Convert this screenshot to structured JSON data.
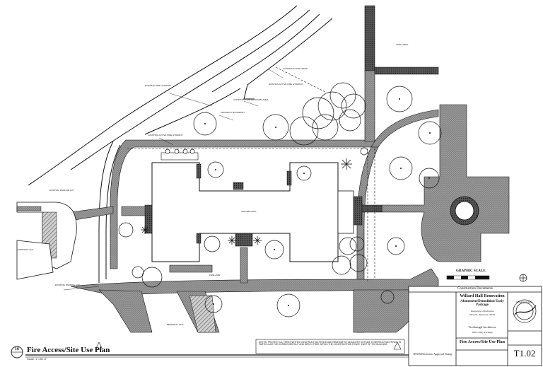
{
  "plan": {
    "title": "Fire Access/Site Use Plan",
    "scale_note": "Scale: 1\"=30'-0\"",
    "detail_number": "16",
    "building_label": "WILLARD HALL",
    "graphic_scale_label": "GRAPHIC SCALE",
    "notes": "NOTES: PROTECT ALL TREES WITHIN CONSTRUCTION FENCE AND IMMEDIATELY ADJACENT OUTSIDE CONSTRUCTION FENCE. IN PARTICULAR THE HORSECHESTNUT AND BEECH TREE WITHIN THE CONSTRUCTION FENCE, EAST OF THE BUILDING."
  },
  "callouts": {
    "construction_fence": "CONSTRUCTION FENCE",
    "construction_lay_down": "CONSTRUCTION LAY DOWN AREA",
    "existing_fire_hydrant": "EXISTING FIRE HYDRANT",
    "existing_active_fire_hydrant_top": "EXISTING ACTIVE FIRE HYDRANT",
    "property_boundary": "PROPERTY BOUNDARY",
    "existing_active_fire_hydrant_bottom": "EXISTING ACTIVE FIRE HYDRANT",
    "existing_parking_lot": "EXISTING PARKING LOT",
    "harrison_hall": "HARRISON HALL",
    "fire_lane": "FIRE LANE",
    "existing_parking_lot_bottom": "EXISTING PARKING LOT",
    "lawn_area": "LAWN AREA",
    "memorial_hall": "MEMORIAL HALL"
  },
  "title_block": {
    "header": "Construction Documents",
    "project_name": "Willard Hall Renovation",
    "project_sub": "Abatement/Demolition Early Package",
    "owner": "University of Delaware",
    "address": "Newark, Delaware 19716",
    "architect": "Tevebaugh Architects",
    "submission": "100% Early Package",
    "sheet_title": "Fire Access/Site Use Plan",
    "sheet_number": "T1.02",
    "approval": "DSCB Electronic Approval Stamp",
    "seal_text": "Registered Architect"
  },
  "colors": {
    "ink": "#111111",
    "paving_hatch": "#8a8a8a",
    "paving_dark": "#3a3a3a",
    "paper": "#ffffff"
  }
}
